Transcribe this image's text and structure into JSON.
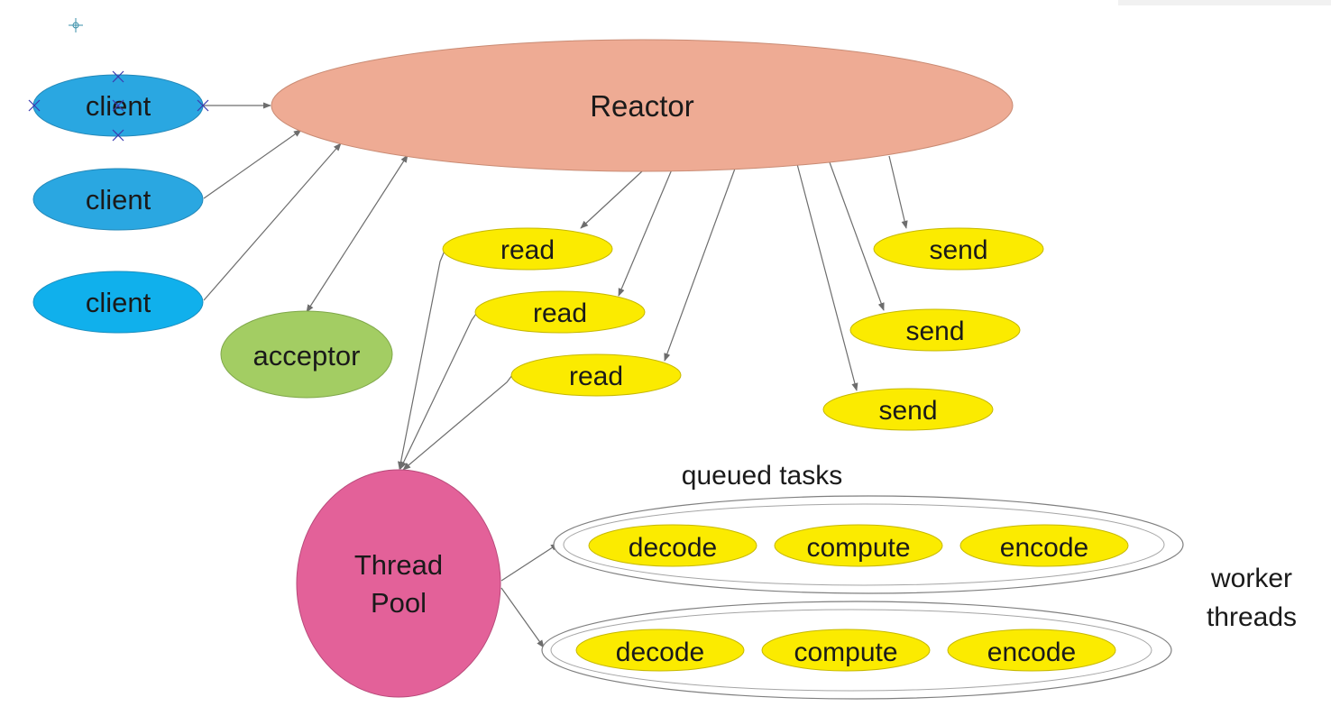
{
  "colors": {
    "client": "#2aa7e1",
    "client_alt": "#10b0ec",
    "reactor": "#eeab94",
    "acceptor": "#a3cd63",
    "io_task": "#fbeb00",
    "thread_pool": "#e36199",
    "group_outline": "#7f7f7f",
    "edge": "#6d6d6d"
  },
  "nodes": {
    "reactor": "Reactor",
    "clients": [
      "client",
      "client",
      "client"
    ],
    "acceptor": "acceptor",
    "reads": [
      "read",
      "read",
      "read"
    ],
    "sends": [
      "send",
      "send",
      "send"
    ],
    "thread_pool": {
      "line1": "Thread",
      "line2": "Pool"
    }
  },
  "worker_groups": [
    {
      "tasks": [
        "decode",
        "compute",
        "encode"
      ]
    },
    {
      "tasks": [
        "decode",
        "compute",
        "encode"
      ]
    }
  ],
  "annotations": {
    "queued_tasks": "queued tasks",
    "worker_threads": {
      "line1": "worker",
      "line2": "threads"
    }
  }
}
